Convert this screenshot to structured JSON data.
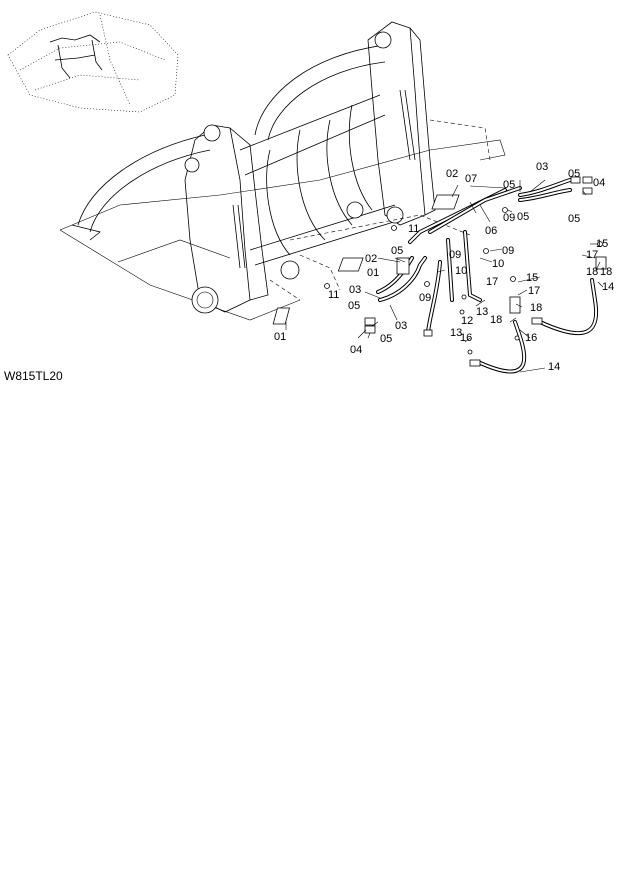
{
  "figure_code": "W815TL20",
  "callouts": {
    "c01a": "01",
    "c01b": "01",
    "c02a": "02",
    "c02b": "02",
    "c03a": "03",
    "c03b": "03",
    "c03c": "03",
    "c04a": "04",
    "c04b": "04",
    "c05a": "05",
    "c05b": "05",
    "c05c": "05",
    "c05d": "05",
    "c05e": "05",
    "c05f": "05",
    "c06": "06",
    "c07": "07",
    "c09a": "09",
    "c09b": "09",
    "c09c": "09",
    "c09d": "09",
    "c10a": "10",
    "c10b": "10",
    "c11a": "11",
    "c11b": "11",
    "c12": "12",
    "c13a": "13",
    "c13b": "13",
    "c14a": "14",
    "c14b": "14",
    "c15a": "15",
    "c15b": "15",
    "c16a": "16",
    "c16b": "16",
    "c17a": "17",
    "c17b": "17",
    "c17c": "17",
    "c18a": "18",
    "c18b": "18",
    "c18c": "18",
    "c18d": "18"
  }
}
